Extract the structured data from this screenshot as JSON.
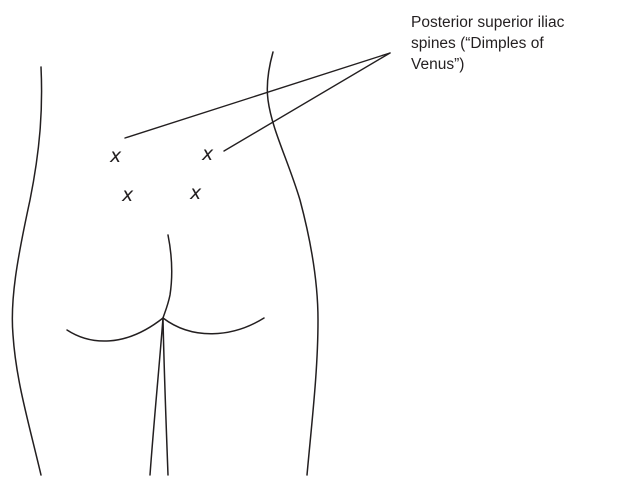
{
  "annotation": {
    "lines": [
      "Posterior superior iliac",
      "spines (“Dimples of",
      "Venus”)"
    ]
  },
  "marks": {
    "upper_left": "x",
    "upper_right": "x",
    "lower_left": "x",
    "lower_right": "x"
  }
}
